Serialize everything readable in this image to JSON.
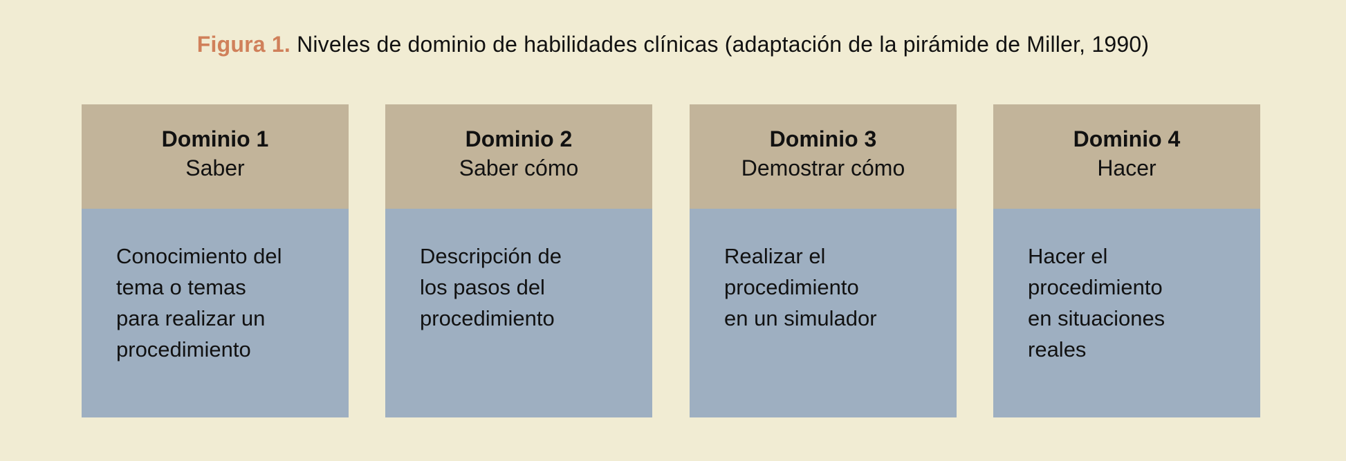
{
  "title": {
    "label": "Figura 1.",
    "text": "Niveles de dominio de habilidades clínicas (adaptación de la pirámide de Miller, 1990)"
  },
  "colors": {
    "background": "#f1ecd3",
    "header": "#c2b49a",
    "body": "#9eafc1",
    "accent": "#d0805a"
  },
  "domains": [
    {
      "title": "Dominio 1",
      "subtitle": "Saber",
      "lines": [
        "Conocimiento del",
        "tema o temas",
        "para realizar un",
        "procedimiento"
      ]
    },
    {
      "title": "Dominio 2",
      "subtitle": "Saber cómo",
      "lines": [
        "Descripción de",
        "los pasos del",
        "procedimiento"
      ]
    },
    {
      "title": "Dominio 3",
      "subtitle": "Demostrar cómo",
      "lines": [
        "Realizar el",
        "procedimiento",
        "en un simulador"
      ]
    },
    {
      "title": "Dominio 4",
      "subtitle": "Hacer",
      "lines": [
        "Hacer el",
        "procedimiento",
        "en situaciones",
        "reales"
      ]
    }
  ]
}
